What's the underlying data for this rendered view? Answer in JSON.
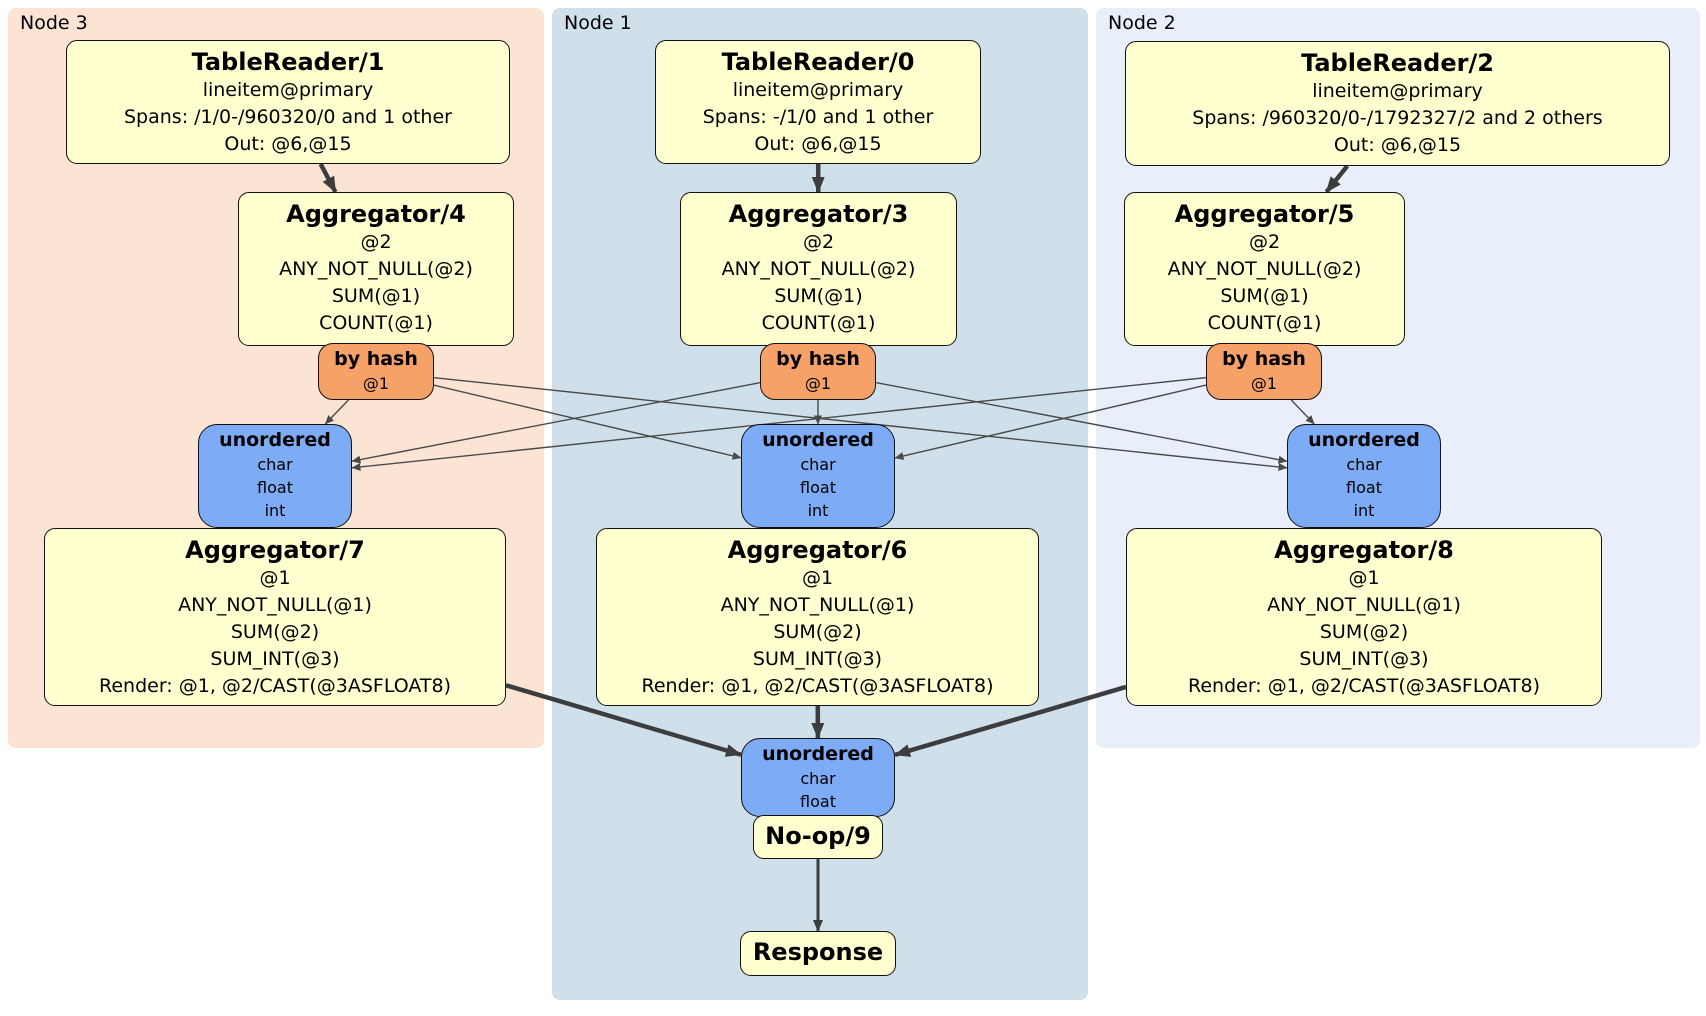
{
  "node_regions": [
    {
      "id": "node3",
      "label": "Node 3"
    },
    {
      "id": "node1",
      "label": "Node 1"
    },
    {
      "id": "node2",
      "label": "Node 2"
    }
  ],
  "processors": {
    "tr1": {
      "title": "TableReader/1",
      "lines": [
        "lineitem@primary",
        "Spans: /1/0-/960320/0 and 1 other",
        "Out: @6,@15"
      ]
    },
    "tr0": {
      "title": "TableReader/0",
      "lines": [
        "lineitem@primary",
        "Spans: -/1/0 and 1 other",
        "Out: @6,@15"
      ]
    },
    "tr2": {
      "title": "TableReader/2",
      "lines": [
        "lineitem@primary",
        "Spans: /960320/0-/1792327/2 and 2 others",
        "Out: @6,@15"
      ]
    },
    "agg4": {
      "title": "Aggregator/4",
      "lines": [
        "@2",
        "ANY_NOT_NULL(@2)",
        "SUM(@1)",
        "COUNT(@1)"
      ]
    },
    "agg3": {
      "title": "Aggregator/3",
      "lines": [
        "@2",
        "ANY_NOT_NULL(@2)",
        "SUM(@1)",
        "COUNT(@1)"
      ]
    },
    "agg5": {
      "title": "Aggregator/5",
      "lines": [
        "@2",
        "ANY_NOT_NULL(@2)",
        "SUM(@1)",
        "COUNT(@1)"
      ]
    },
    "agg7": {
      "title": "Aggregator/7",
      "lines": [
        "@1",
        "ANY_NOT_NULL(@1)",
        "SUM(@2)",
        "SUM_INT(@3)",
        "Render: @1, @2/CAST(@3ASFLOAT8)"
      ]
    },
    "agg6": {
      "title": "Aggregator/6",
      "lines": [
        "@1",
        "ANY_NOT_NULL(@1)",
        "SUM(@2)",
        "SUM_INT(@3)",
        "Render: @1, @2/CAST(@3ASFLOAT8)"
      ]
    },
    "agg8": {
      "title": "Aggregator/8",
      "lines": [
        "@1",
        "ANY_NOT_NULL(@1)",
        "SUM(@2)",
        "SUM_INT(@3)",
        "Render: @1, @2/CAST(@3ASFLOAT8)"
      ]
    },
    "noop": {
      "title": "No-op/9"
    },
    "response": {
      "title": "Response"
    }
  },
  "routers": {
    "byhash3": {
      "title": "by hash",
      "lines": [
        "@1"
      ]
    },
    "byhash1": {
      "title": "by hash",
      "lines": [
        "@1"
      ]
    },
    "byhash2": {
      "title": "by hash",
      "lines": [
        "@1"
      ]
    }
  },
  "syncs": {
    "un3": {
      "title": "unordered",
      "lines": [
        "char",
        "float",
        "int"
      ]
    },
    "un1": {
      "title": "unordered",
      "lines": [
        "char",
        "float",
        "int"
      ]
    },
    "un2": {
      "title": "unordered",
      "lines": [
        "char",
        "float",
        "int"
      ]
    },
    "unfinal": {
      "title": "unordered",
      "lines": [
        "char",
        "float"
      ]
    }
  },
  "edges": [
    {
      "from": "tr1",
      "to": "agg4",
      "style": "thick"
    },
    {
      "from": "tr0",
      "to": "agg3",
      "style": "thick"
    },
    {
      "from": "tr2",
      "to": "agg5",
      "style": "thick"
    },
    {
      "from": "byhash3",
      "to": "un3",
      "style": "thin"
    },
    {
      "from": "byhash3",
      "to": "un1",
      "style": "thin"
    },
    {
      "from": "byhash3",
      "to": "un2",
      "style": "thin"
    },
    {
      "from": "byhash1",
      "to": "un3",
      "style": "thin"
    },
    {
      "from": "byhash1",
      "to": "un1",
      "style": "thin"
    },
    {
      "from": "byhash1",
      "to": "un2",
      "style": "thin"
    },
    {
      "from": "byhash2",
      "to": "un3",
      "style": "thin"
    },
    {
      "from": "byhash2",
      "to": "un1",
      "style": "thin"
    },
    {
      "from": "byhash2",
      "to": "un2",
      "style": "thin"
    },
    {
      "from": "agg7",
      "to": "unfinal",
      "style": "thick"
    },
    {
      "from": "agg6",
      "to": "unfinal",
      "style": "thick"
    },
    {
      "from": "agg8",
      "to": "unfinal",
      "style": "thick"
    },
    {
      "from": "noop",
      "to": "response",
      "style": "medium"
    }
  ],
  "colors": {
    "node3_bg": "#fce4d4",
    "node1_bg": "#cfe0ea",
    "node2_bg": "#e9effa",
    "processor_fill": "#ffffd0",
    "router_fill": "#f5a168",
    "sync_fill": "#7dabf5",
    "edge": "#3d3d3d"
  }
}
